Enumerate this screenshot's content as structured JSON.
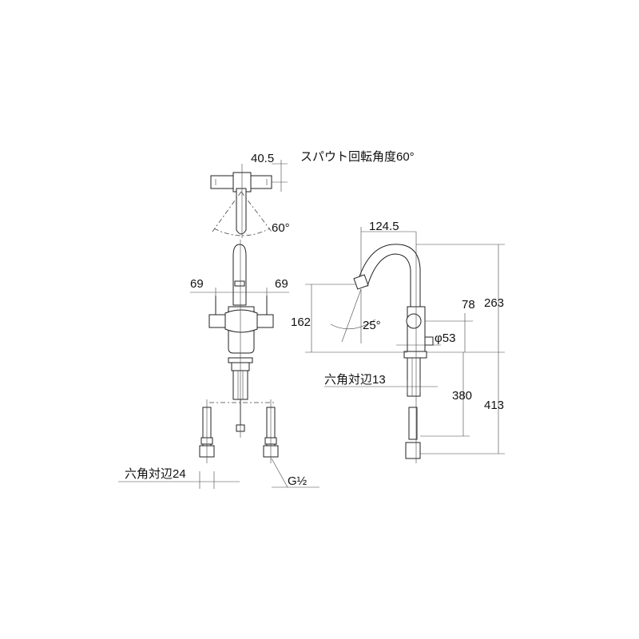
{
  "labels": {
    "rotation_note": "スパウト回転角度60°",
    "top_offset": "40.5",
    "top_angle": "60°",
    "left_spacing": "69",
    "right_spacing": "69",
    "spout_height": "162",
    "spout_angle": "25°",
    "reach": "124.5",
    "handle_height": "78",
    "body_diameter": "φ53",
    "total_height": "263",
    "hex_nut_small": "六角対辺13",
    "hose_length_380": "380",
    "hose_length_413": "413",
    "hex_nut_large": "六角対辺24",
    "thread": "G½"
  }
}
